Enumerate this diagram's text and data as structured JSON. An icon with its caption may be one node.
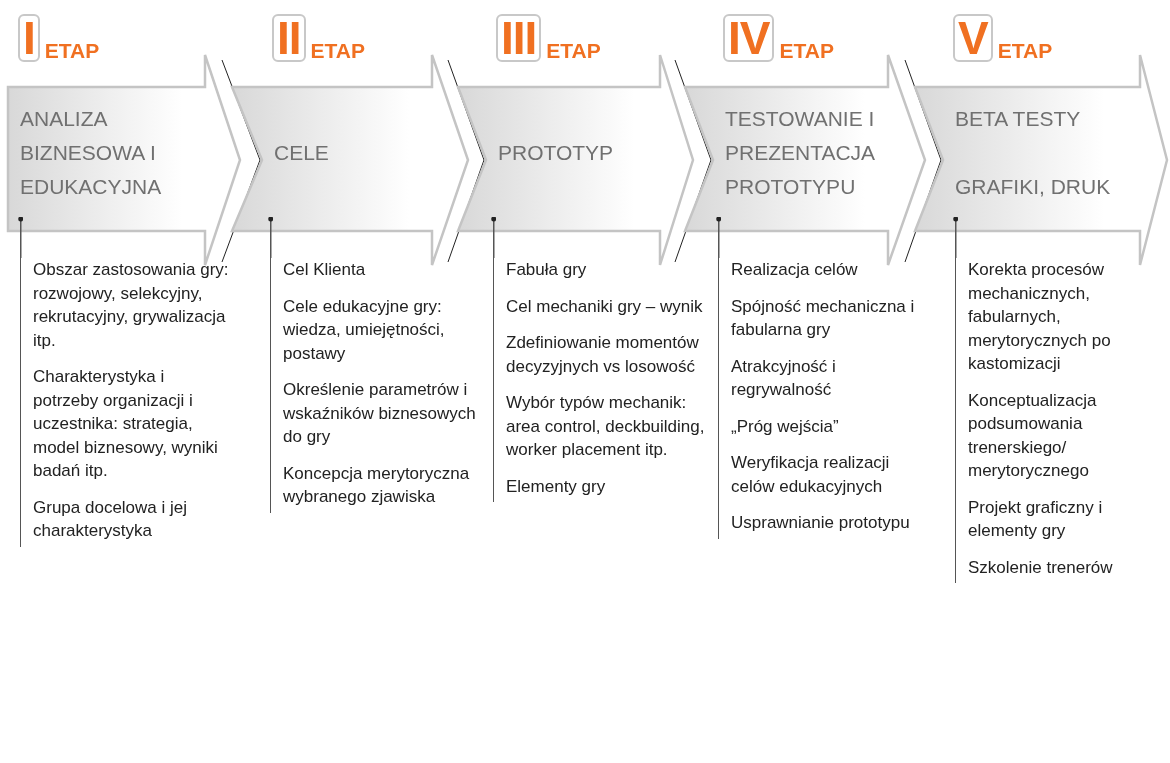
{
  "diagram": {
    "nodes": [
      {
        "text": [
          "I",
          "ETAP",
          "ANALIZA BIZNESOWA I EDUKACYJNA"
        ]
      },
      {
        "text": [
          "Obszar zastosowania gry: rozwojowy, selekcyjny, rekrutacyjny, grywalizacja itp.",
          "Charakterystyka i potrzeby organizacji i uczestnika: strategia, model biznesowy, wyniki badań itp.",
          "Grupa docelowa i jej charakterystyka"
        ]
      },
      {
        "text": [
          "II",
          "ETAP",
          "CELE"
        ]
      },
      {
        "text": [
          "Cel Klienta",
          "Cele edukacyjne gry: wiedza, umiejętności, postawy",
          "Określenie parametrów i wskaźników biznesowych do gry",
          "Koncepcja merytoryczna wybranego zjawiska"
        ]
      },
      {
        "text": [
          "III",
          "ETAP",
          "PROTOTYP"
        ]
      },
      {
        "text": [
          "Fabuła gry",
          "Cel mechaniki gry – wynik",
          "Zdefiniowanie momentów decyzyjnych vs losowość",
          "Wybór typów mechanik: area control, deckbuilding, worker placement itp.",
          "Elementy gry"
        ]
      },
      {
        "text": [
          "IV",
          "ETAP",
          "TESTOWANIE I PREZENTACJA PROTOTYPU"
        ]
      },
      {
        "text": [
          "Realizacja celów",
          "Spójność mechaniczna i fabularna gry",
          "Atrakcyjność i regrywalność",
          "„Próg wejścia”",
          "Weryfikacja realizacji celów edukacyjnych",
          "Usprawnianie prototypu"
        ]
      },
      {
        "text": [
          "V",
          "ETAP",
          "BETA TESTY",
          "GRAFIKI, DRUK"
        ]
      },
      {
        "text": [
          "Korekta procesów mechanicznych, fabularnych, merytorycznych po kastomizacji",
          "Konceptualizacja podsumowania trenerskiego/ merytorycznego",
          "Projekt graficzny i elementy gry",
          "Szkolenie trenerów"
        ]
      }
    ],
    "edges": [
      {
        "from": 0,
        "to": 1,
        "arrow": "other"
      },
      {
        "from": 2,
        "to": 3,
        "arrow": "other"
      },
      {
        "from": 4,
        "to": 5,
        "arrow": "other"
      },
      {
        "from": 6,
        "to": 7,
        "arrow": "other"
      },
      {
        "from": 8,
        "to": 9,
        "arrow": "other"
      }
    ]
  }
}
